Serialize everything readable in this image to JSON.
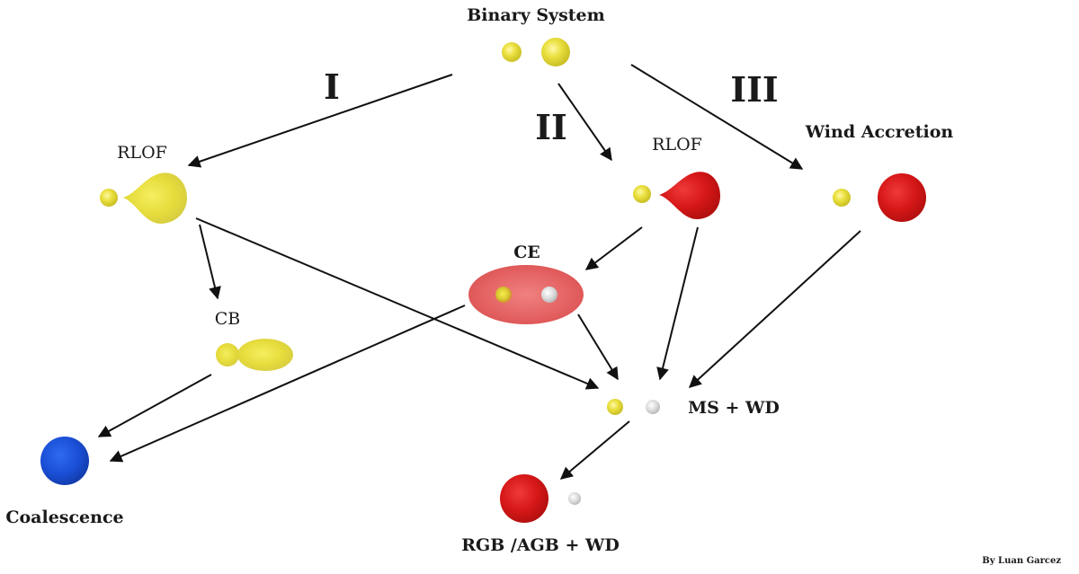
{
  "labels": {
    "binary_system": "Binary System",
    "path_1": "I",
    "path_2": "II",
    "path_3": "III",
    "rlof_1": "RLOF",
    "rlof_2": "RLOF",
    "wind_accretion": "Wind Accretion",
    "ce": "CE",
    "cb": "CB",
    "ms_wd": "MS + WD",
    "coalescence": "Coalescence",
    "rgb_agb_wd": "RGB /AGB + WD",
    "credit": "By Luan Garcez"
  },
  "colors": {
    "yellow": "#e3d631",
    "red": "#d41414",
    "white_dwarf": "#d6d6d6",
    "coalescence_blue": "#1a4fd6",
    "common_envelope": "#e05b5b",
    "arrow": "#111111"
  }
}
